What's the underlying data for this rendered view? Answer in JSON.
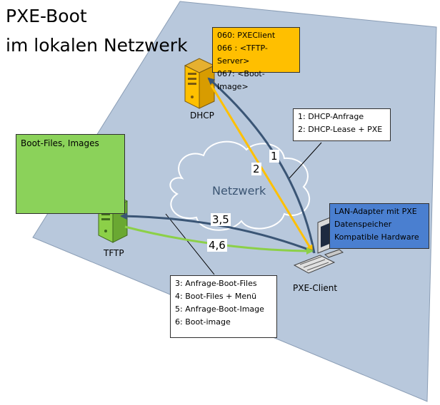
{
  "title": {
    "line1": "PXE-Boot",
    "line2": "im lokalen Netzwerk"
  },
  "dhcp_options": [
    "060: PXEClient",
    "066 : <TFTP-Server>",
    "067: <Boot-Image>"
  ],
  "dhcp_label": "DHCP",
  "boot_files_label": "Boot-Files, Images",
  "tftp_label": "TFTP",
  "network_label": "Netzwerk",
  "client_label": "PXE-Client",
  "client_info": [
    "LAN-Adapter mit PXE",
    "Datenspeicher",
    "Kompatible Hardware"
  ],
  "dhcp_steps": [
    "1: DHCP-Anfrage",
    "2: DHCP-Lease + PXE"
  ],
  "tftp_steps": [
    "3: Anfrage-Boot-Files",
    "4: Boot-Files + Menü",
    "5: Anfrage-Boot-Image",
    "6: Boot-image"
  ],
  "arrow_labels": {
    "a1": "1",
    "a2": "2",
    "a35": "3,5",
    "a46": "4,6"
  },
  "colors": {
    "network_plane": "#b8c8dc",
    "dhcp_box": "#ffbf00",
    "boot_files_box": "#8bd25a",
    "client_info_box": "#4a7fd0",
    "arrow_dark": "#3a5575",
    "arrow_orange": "#ffc000",
    "arrow_green": "#8cd048"
  },
  "icons": [
    "server-icon",
    "database-icon",
    "cloud-icon",
    "computer-icon"
  ]
}
